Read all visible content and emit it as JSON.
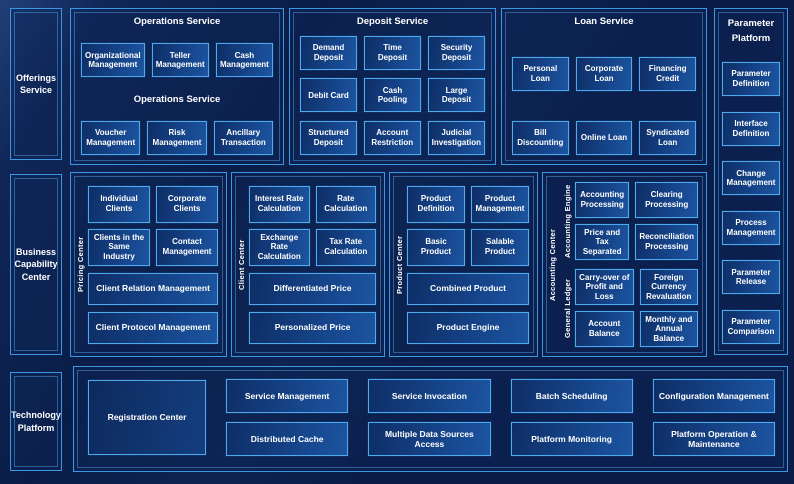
{
  "sidebars": {
    "offerings": "Offerings Service",
    "business": "Business Capability Center",
    "technology": "Technology Platform"
  },
  "top_panels": {
    "operations": {
      "title": "Operations Service",
      "subtitle": "Operations Service",
      "row1": [
        "Organizational Management",
        "Teller Management",
        "Cash Management"
      ],
      "row2": [
        "Voucher Management",
        "Risk Management",
        "Ancillary Transaction"
      ]
    },
    "deposit": {
      "title": "Deposit Service",
      "boxes": [
        "Demand Deposit",
        "Time Deposit",
        "Security Deposit",
        "Debit Card",
        "Cash Pooling",
        "Large Deposit",
        "Structured Deposit",
        "Account Restriction",
        "Judicial Investigation"
      ]
    },
    "loan": {
      "title": "Loan Service",
      "row1": [
        "Personal Loan",
        "Corporate Loan",
        "Financing Credit"
      ],
      "row2": [
        "Bill Discounting",
        "Online Loan",
        "Syndicated Loan"
      ]
    }
  },
  "parameter_platform": {
    "title": "Parameter Platform",
    "boxes": [
      "Parameter Definition",
      "Interface Definition",
      "Change Management",
      "Process Management",
      "Parameter Release",
      "Parameter Comparison"
    ]
  },
  "capability_panels": {
    "pricing": {
      "label": "Pricing Center",
      "small": [
        "Individual Clients",
        "Corporate Clients",
        "Clients in the Same Industry",
        "Contact Management"
      ],
      "wide": [
        "Client Relation Management",
        "Client Protocol Management"
      ]
    },
    "client": {
      "label": "Client Center",
      "small": [
        "Interest Rate Calculation",
        "Rate Calculation",
        "Exchange Rate Calculation",
        "Tax Rate Calculation"
      ],
      "wide": [
        "Differentiated Price",
        "Personalized Price"
      ]
    },
    "product": {
      "label": "Product Center",
      "small": [
        "Product Definition",
        "Product Management",
        "Basic Product",
        "Salable Product"
      ],
      "wide": [
        "Combined Product",
        "Product Engine"
      ]
    },
    "accounting": {
      "label": "Accounting Center",
      "groups": [
        {
          "label": "Accounting Engine",
          "boxes": [
            "Accounting Processing",
            "Clearing Processing",
            "Price and Tax Separated",
            "Reconciliation Processing"
          ]
        },
        {
          "label": "General Ledger",
          "boxes": [
            "Carry-over of Profit and Loss",
            "Foreign Currency Revaluation",
            "Account Balance",
            "Monthly and Annual Balance"
          ]
        }
      ]
    }
  },
  "technology_panel": {
    "registration": "Registration Center",
    "columns": [
      [
        "Service Management",
        "Distributed Cache"
      ],
      [
        "Service Invocation",
        "Multiple Data Sources Access"
      ],
      [
        "Batch Scheduling",
        "Platform Monitoring"
      ],
      [
        "Configuration Management",
        "Platform Operation & Maintenance"
      ]
    ]
  },
  "colors": {
    "background": "#0a1d48",
    "panel_border": "#3b97e4",
    "box_border": "#4fabee",
    "box_gradient_start": "#0e2e66",
    "box_gradient_end": "#1c55a0",
    "text": "#ffffff"
  }
}
